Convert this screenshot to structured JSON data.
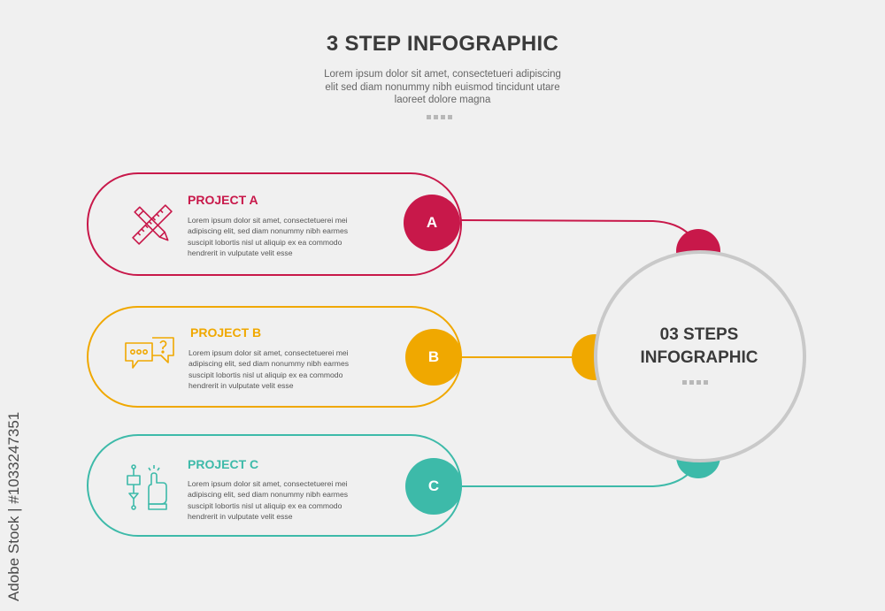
{
  "header": {
    "title": "3 STEP INFOGRAPHIC",
    "subtitle_lines": [
      "Lorem ipsum dolor sit amet, consectetueri adipiscing",
      "elit sed diam nonummy nibh euismod tincidunt utare",
      "laoreet dolore magna"
    ]
  },
  "hub": {
    "title_lines": [
      "03 STEPS",
      "INFOGRAPHIC"
    ]
  },
  "colors": {
    "a": "#c8184a",
    "b": "#f0a800",
    "c": "#3dbaa9",
    "hub_ring": "#c9c9c9",
    "background": "#f0f0f0"
  },
  "steps": [
    {
      "letter": "A",
      "title": "PROJECT A",
      "icon": "pencil-ruler-icon",
      "text_lines": [
        "Lorem ipsum dolor sit amet, consectetuerei mei",
        "adipiscing elit, sed diam nonummy nibh earmes",
        "suscipit lobortis nisl ut aliquip ex ea commodo",
        "hendrerit in vulputate velit esse"
      ]
    },
    {
      "letter": "B",
      "title": "PROJECT B",
      "icon": "chat-question-icon",
      "text_lines": [
        "Lorem ipsum dolor sit amet, consectetuerei mei",
        "adipiscing elit, sed diam nonummy nibh earmes",
        "suscipit lobortis nisl ut aliquip ex ea commodo",
        "hendrerit in vulputate velit esse"
      ]
    },
    {
      "letter": "C",
      "title": "PROJECT C",
      "icon": "robot-hand-flowchart-icon",
      "text_lines": [
        "Lorem ipsum dolor sit amet, consectetuerei mei",
        "adipiscing elit, sed diam nonummy nibh earmes",
        "suscipit lobortis nisl ut aliquip ex ea commodo",
        "hendrerit in vulputate velit esse"
      ]
    }
  ],
  "watermark": {
    "side_text": "Adobe Stock | #1033247351"
  }
}
